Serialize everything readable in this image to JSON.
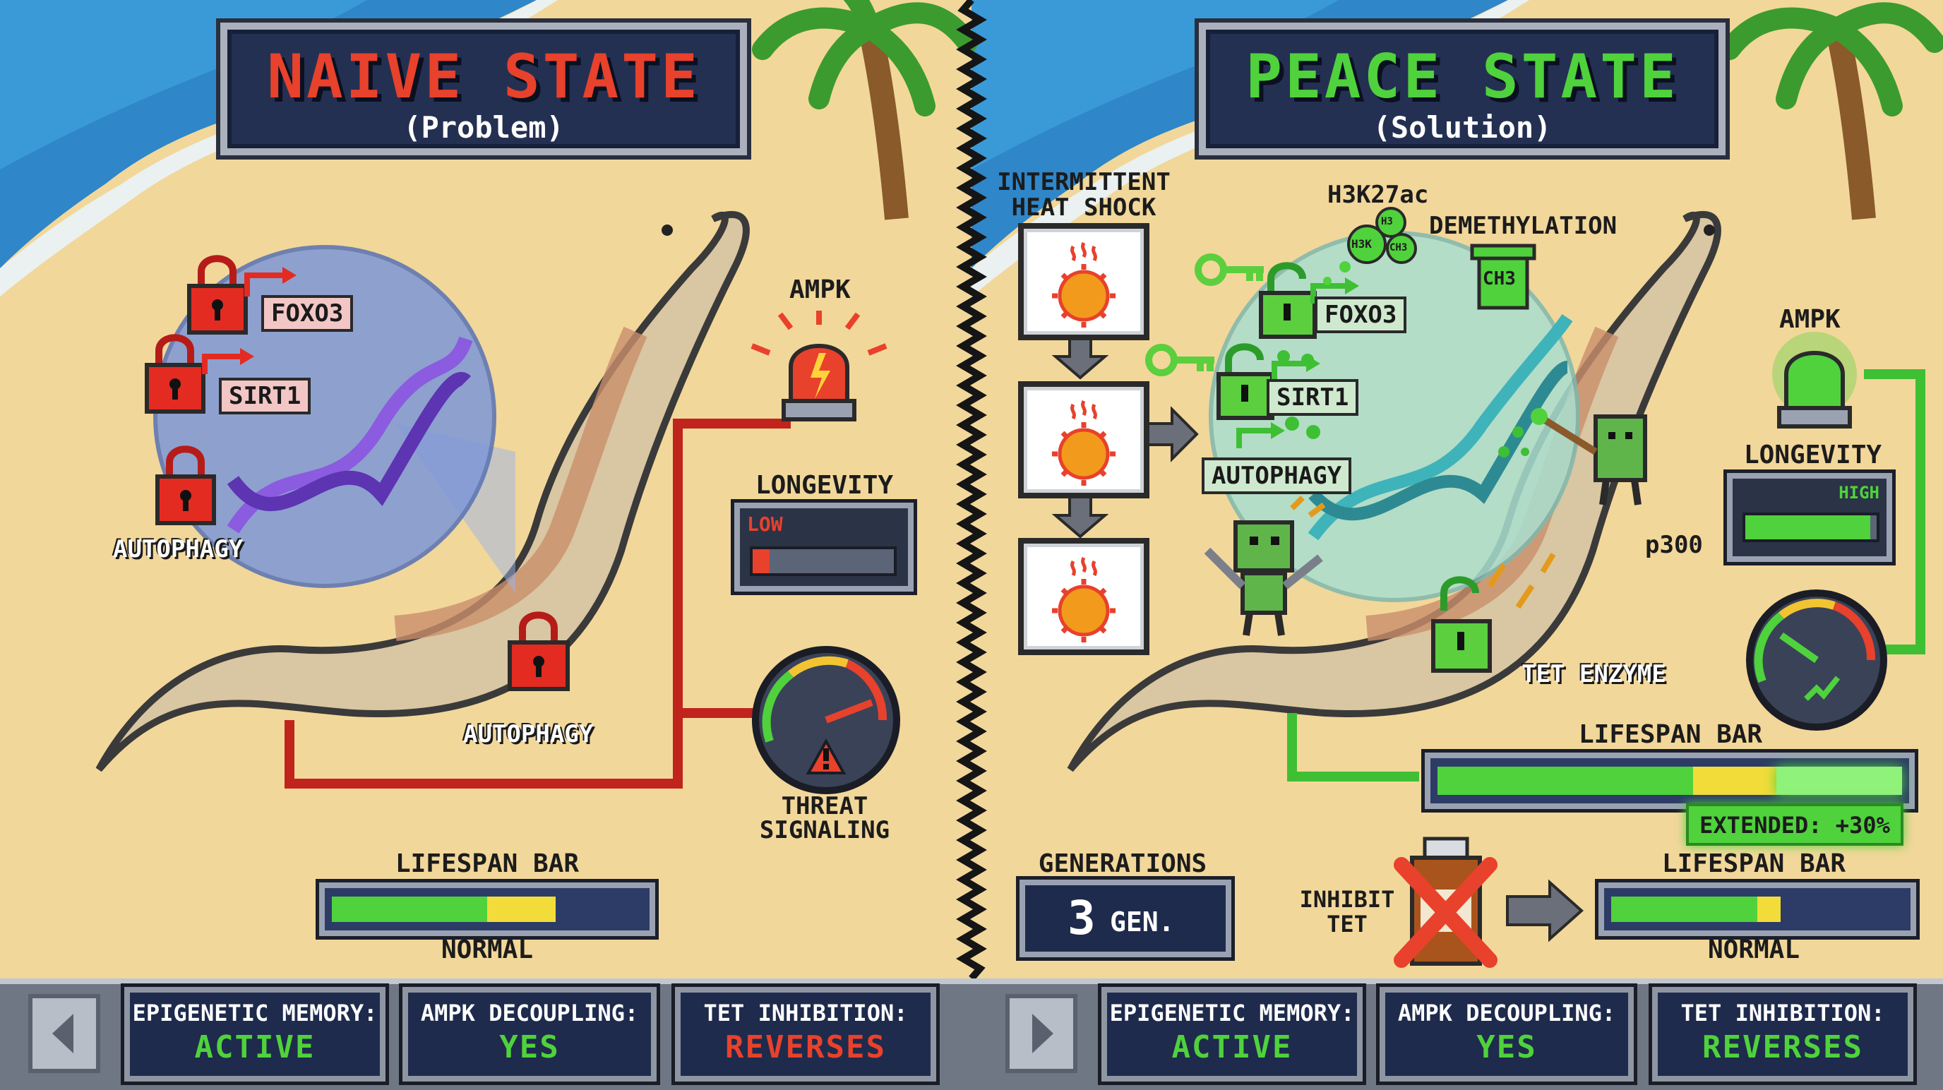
{
  "left_panel": {
    "title": "NAIVE STATE",
    "subtitle": "(Problem)",
    "genes": [
      "FOXO3",
      "SIRT1",
      "AUTOPHAGY"
    ],
    "worm_lock_label": "AUTOPHAGY",
    "ampk_label": "AMPK",
    "longevity_label": "LONGEVITY",
    "longevity_value": "LOW",
    "threat_label_1": "THREAT",
    "threat_label_2": "SIGNALING",
    "lifespan_label": "LIFESPAN BAR",
    "lifespan_status": "NORMAL"
  },
  "right_panel": {
    "title": "PEACE STATE",
    "subtitle": "(Solution)",
    "heat_label_1": "INTERMITTENT",
    "heat_label_2": "HEAT SHOCK",
    "h3k_label": "H3K27ac",
    "h3k_bubbles": [
      "H3K",
      "H3",
      "CH3"
    ],
    "demethylation_label": "DEMETHYLATION",
    "trash_label": "CH3",
    "genes": [
      "FOXO3",
      "SIRT1",
      "AUTOPHAGY"
    ],
    "p300_label": "p300",
    "tet_label": "TET ENZYME",
    "ampk_label": "AMPK",
    "longevity_label": "LONGEVITY",
    "longevity_value": "HIGH",
    "lifespan_label_top": "LIFESPAN BAR",
    "extended_label": "EXTENDED: +30%",
    "generations_label": "GENERATIONS",
    "generations_value": "3",
    "generations_unit": "GEN.",
    "inhibit_label_1": "INHIBIT",
    "inhibit_label_2": "TET",
    "lifespan_label_bottom": "LIFESPAN BAR",
    "lifespan_status": "NORMAL"
  },
  "status_left": [
    {
      "label": "EPIGENETIC MEMORY:",
      "value": "ACTIVE",
      "color": "#4fd23c"
    },
    {
      "label": "AMPK DECOUPLING:",
      "value": "YES",
      "color": "#4fd23c"
    },
    {
      "label": "TET INHIBITION:",
      "value": "REVERSES",
      "color": "#e8412c"
    }
  ],
  "status_right": [
    {
      "label": "EPIGENETIC MEMORY:",
      "value": "ACTIVE",
      "color": "#4fd23c"
    },
    {
      "label": "AMPK DECOUPLING:",
      "value": "YES",
      "color": "#4fd23c"
    },
    {
      "label": "TET INHIBITION:",
      "value": "REVERSES",
      "color": "#4fd23c"
    }
  ],
  "colors": {
    "sand": "#f2d79a",
    "sea": "#2f86c9",
    "problem_red": "#e8412c",
    "solution_green": "#4fd23c",
    "panel_navy": "#243052"
  },
  "levels": {
    "left_longevity_fill": 0.12,
    "right_longevity_fill": 0.95,
    "left_lifespan_green": 0.5,
    "left_lifespan_yellow": 0.22,
    "right_top_lifespan_green": 0.55,
    "right_top_lifespan_yellow": 0.18,
    "right_top_lifespan_extended": 0.27,
    "right_bottom_lifespan_green": 0.5,
    "right_bottom_lifespan_yellow": 0.08
  }
}
